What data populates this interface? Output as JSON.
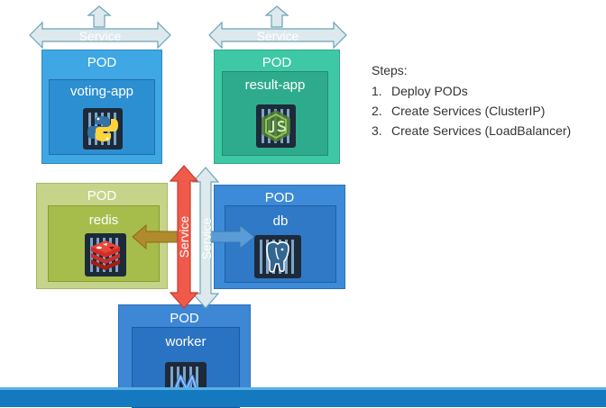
{
  "services": {
    "voting_service": "Service",
    "result_service": "Service",
    "redis_service": "Service",
    "db_service": "Service"
  },
  "pods": {
    "voting": {
      "pod_label": "POD",
      "app_label": "voting-app"
    },
    "result": {
      "pod_label": "POD",
      "app_label": "result-app"
    },
    "redis": {
      "pod_label": "POD",
      "app_label": "redis"
    },
    "db": {
      "pod_label": "POD",
      "app_label": "db"
    },
    "worker": {
      "pod_label": "POD",
      "app_label": "worker"
    }
  },
  "steps": {
    "title": "Steps:",
    "items": [
      {
        "num": "1.",
        "text": "Deploy PODs"
      },
      {
        "num": "2.",
        "text": "Create Services (ClusterIP)"
      },
      {
        "num": "3.",
        "text": "Create Services (LoadBalancer)"
      }
    ]
  },
  "colors": {
    "voting_pod": "#3fa7e3",
    "result_pod": "#3ec8a6",
    "redis_pod": "#a8bf4a",
    "db_pod": "#3d8bd8",
    "worker_pod": "#3e87d4",
    "service_red": "#f05a4b",
    "service_light": "#dde9ec",
    "bottom_bar": "#1479bf"
  },
  "icons": {
    "voting": "python-icon",
    "result": "nodejs-icon",
    "redis": "redis-icon",
    "db": "postgres-icon",
    "worker": "dotnet-icon"
  }
}
